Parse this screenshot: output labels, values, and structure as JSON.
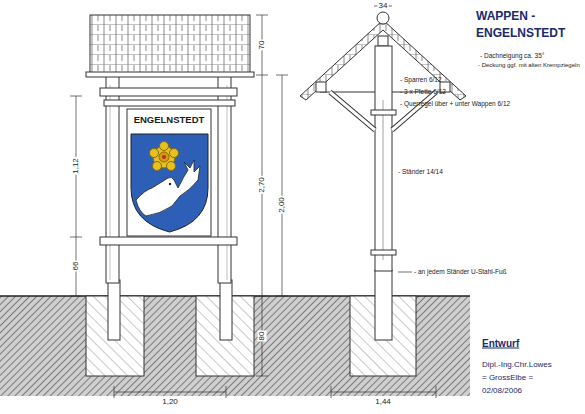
{
  "diagram": {
    "title": "WAPPEN - ENGELNSTEDT",
    "nodes": [
      {
        "text": [
          "ENGELNSTEDT"
        ]
      }
    ],
    "labels": [
      "70",
      "2,70",
      "1,12",
      "2,00",
      "66",
      "80",
      "1,20",
      "34",
      "1,44",
      "- Dachneigung ca. 35°",
      "- Deckung ggf. mit alten Krempziegeln",
      "- Sparren 6/12",
      "- 3 x Pfette 6/12",
      "- Querregel über + unter Wappen 6/12",
      "- Ständer 14/14",
      "- an jedem Ständer U-Stahl-Fuß",
      "Entwurf",
      "Dipl.-Ing.Chr.Lowes",
      "= GrossElbe =",
      "02/08/2006"
    ]
  }
}
